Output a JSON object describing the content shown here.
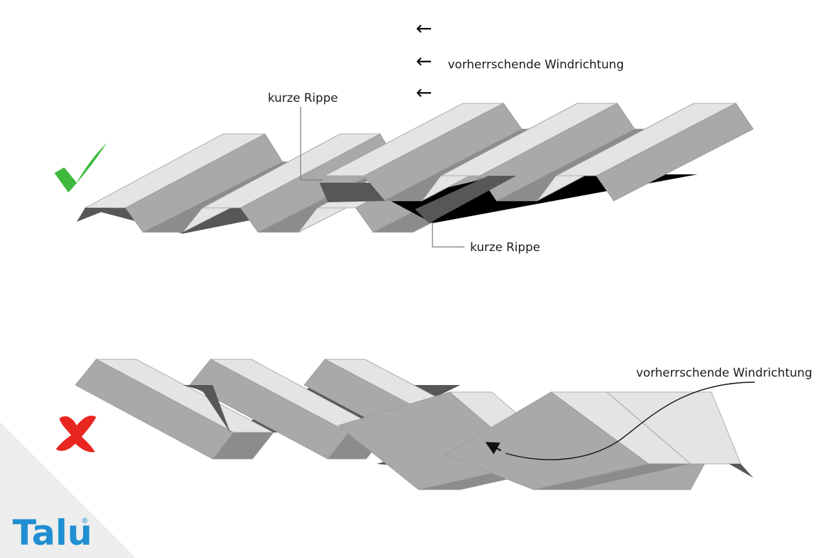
{
  "correct_example": {
    "status_icon": "check-icon",
    "status_color": "#3fb93c",
    "wind_arrows": [
      "←",
      "←",
      "←"
    ],
    "wind_label": "vorherrschende Windrichtung",
    "upper_rib_label": "kurze Rippe",
    "lower_rib_label": "kurze Rippe"
  },
  "incorrect_example": {
    "status_icon": "cross-icon",
    "status_color": "#e8261f",
    "wind_label": "vorherrschende Windrichtung"
  },
  "colors": {
    "top_face": "#e4e4e4",
    "slope_face": "#a9a9a9",
    "valley_floor": "#8c8c8c",
    "shadow": "#575757",
    "outline": "#9a9a9a",
    "brand": "#1f8fd1",
    "corner": "#eeeeee"
  },
  "brand": {
    "logo": "Talu",
    "mark": "®"
  }
}
